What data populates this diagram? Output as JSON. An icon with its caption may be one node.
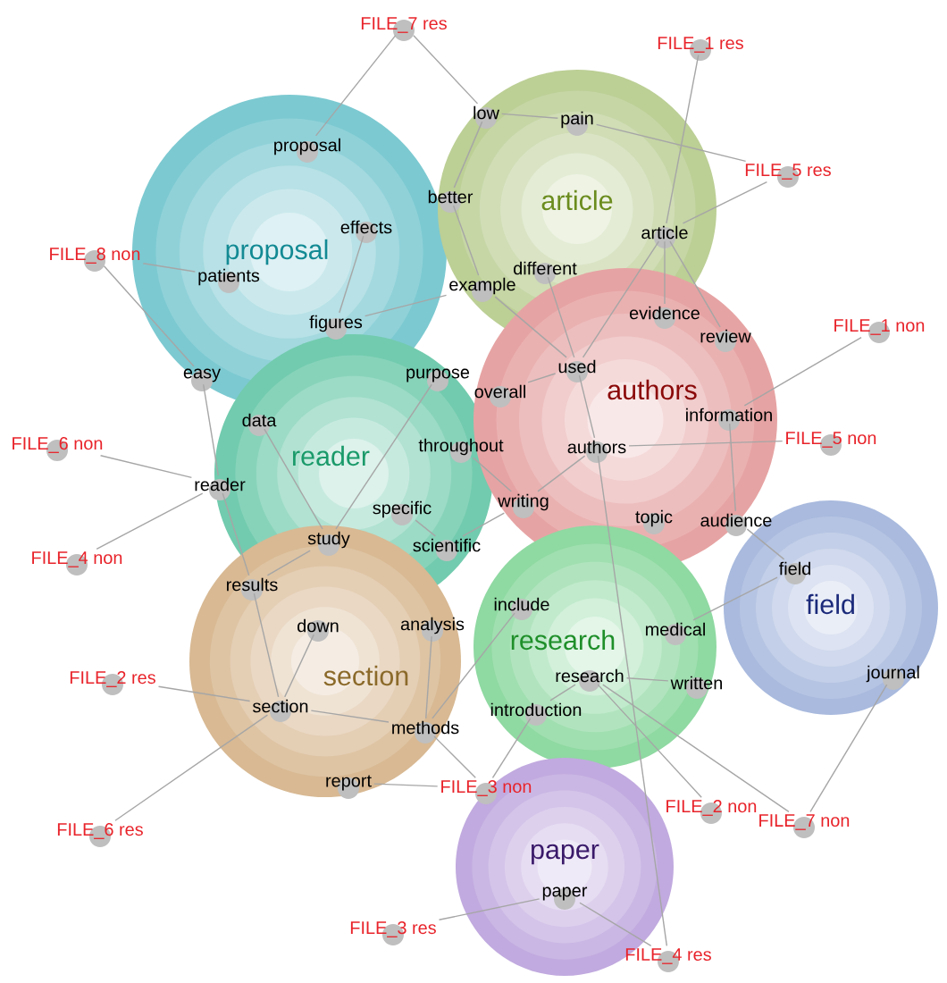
{
  "diagram": {
    "nodes": [
      {
        "text": [
          "proposal"
        ]
      },
      {
        "text": [
          "article"
        ]
      },
      {
        "text": [
          "authors"
        ]
      },
      {
        "text": [
          "reader"
        ]
      },
      {
        "text": [
          "section"
        ]
      },
      {
        "text": [
          "research"
        ]
      },
      {
        "text": [
          "field"
        ]
      },
      {
        "text": [
          "paper"
        ]
      },
      {
        "text": [
          "proposal"
        ],
        "in": 0
      },
      {
        "text": [
          "effects"
        ],
        "in": 0
      },
      {
        "text": [
          "patients"
        ],
        "in": 0
      },
      {
        "text": [
          "figures"
        ],
        "in": 0
      },
      {
        "text": [
          "easy"
        ],
        "in": 0
      },
      {
        "text": [
          "low"
        ],
        "in": 1
      },
      {
        "text": [
          "pain"
        ],
        "in": 1
      },
      {
        "text": [
          "better"
        ],
        "in": 1
      },
      {
        "text": [
          "article"
        ],
        "in": 1
      },
      {
        "text": [
          "example"
        ],
        "in": 1
      },
      {
        "text": [
          "different"
        ],
        "in": 1
      },
      {
        "text": [
          "evidence"
        ],
        "in": 2
      },
      {
        "text": [
          "review"
        ],
        "in": 2
      },
      {
        "text": [
          "used"
        ],
        "in": 2
      },
      {
        "text": [
          "overall"
        ],
        "in": 2
      },
      {
        "text": [
          "authors"
        ],
        "in": 2
      },
      {
        "text": [
          "information"
        ],
        "in": 2
      },
      {
        "text": [
          "writing"
        ],
        "in": 2
      },
      {
        "text": [
          "topic"
        ],
        "in": 2
      },
      {
        "text": [
          "audience"
        ],
        "in": 2
      },
      {
        "text": [
          "purpose"
        ],
        "in": 3
      },
      {
        "text": [
          "data"
        ],
        "in": 3
      },
      {
        "text": [
          "throughout"
        ],
        "in": 3
      },
      {
        "text": [
          "specific"
        ],
        "in": 3
      },
      {
        "text": [
          "reader"
        ],
        "in": 3
      },
      {
        "text": [
          "study"
        ]
      },
      {
        "text": [
          "scientific"
        ],
        "in": 3
      },
      {
        "text": [
          "results"
        ],
        "in": 4
      },
      {
        "text": [
          "down"
        ],
        "in": 4
      },
      {
        "text": [
          "analysis"
        ],
        "in": 4
      },
      {
        "text": [
          "section"
        ],
        "in": 4
      },
      {
        "text": [
          "methods"
        ],
        "in": 4
      },
      {
        "text": [
          "report"
        ],
        "in": 4
      },
      {
        "text": [
          "include"
        ],
        "in": 5
      },
      {
        "text": [
          "research"
        ],
        "in": 5
      },
      {
        "text": [
          "medical"
        ],
        "in": 5
      },
      {
        "text": [
          "written"
        ],
        "in": 5
      },
      {
        "text": [
          "introduction"
        ],
        "in": 5
      },
      {
        "text": [
          "field"
        ],
        "in": 6
      },
      {
        "text": [
          "journal"
        ],
        "in": 6
      },
      {
        "text": [
          "paper"
        ],
        "in": 7
      },
      {
        "text": [
          "FILE_7 res"
        ]
      },
      {
        "text": [
          "FILE_1 res"
        ]
      },
      {
        "text": [
          "FILE_5 res"
        ]
      },
      {
        "text": [
          "FILE_8 non"
        ]
      },
      {
        "text": [
          "FILE_1 non"
        ]
      },
      {
        "text": [
          "FILE_6 non"
        ]
      },
      {
        "text": [
          "FILE_5 non"
        ]
      },
      {
        "text": [
          "FILE_4 non"
        ]
      },
      {
        "text": [
          "FILE_2 res"
        ]
      },
      {
        "text": [
          "FILE_6 res"
        ]
      },
      {
        "text": [
          "FILE_3 non"
        ]
      },
      {
        "text": [
          "FILE_2 non"
        ]
      },
      {
        "text": [
          "FILE_7 non"
        ]
      },
      {
        "text": [
          "FILE_3 res"
        ]
      },
      {
        "text": [
          "FILE_4 res"
        ]
      }
    ],
    "edges": [
      {
        "from": 49,
        "to": 8,
        "arrow": "none"
      },
      {
        "from": 49,
        "to": 13,
        "arrow": "none"
      },
      {
        "from": 13,
        "to": 15,
        "arrow": "none"
      },
      {
        "from": 13,
        "to": 14,
        "arrow": "none"
      },
      {
        "from": 14,
        "to": 51,
        "arrow": "none"
      },
      {
        "from": 50,
        "to": 16,
        "arrow": "none"
      },
      {
        "from": 16,
        "to": 19,
        "arrow": "none"
      },
      {
        "from": 51,
        "to": 16,
        "arrow": "none"
      },
      {
        "from": 16,
        "to": 21,
        "arrow": "none"
      },
      {
        "from": 16,
        "to": 20,
        "arrow": "none"
      },
      {
        "from": 15,
        "to": 17,
        "arrow": "none"
      },
      {
        "from": 11,
        "to": 17,
        "arrow": "none"
      },
      {
        "from": 17,
        "to": 21,
        "arrow": "none"
      },
      {
        "from": 18,
        "to": 21,
        "arrow": "none"
      },
      {
        "from": 52,
        "to": 10,
        "arrow": "none"
      },
      {
        "from": 52,
        "to": 12,
        "arrow": "none"
      },
      {
        "from": 12,
        "to": 32,
        "arrow": "none"
      },
      {
        "from": 32,
        "to": 35,
        "arrow": "none"
      },
      {
        "from": 9,
        "to": 11,
        "arrow": "none"
      },
      {
        "from": 54,
        "to": 32,
        "arrow": "none"
      },
      {
        "from": 56,
        "to": 32,
        "arrow": "none"
      },
      {
        "from": 29,
        "to": 33,
        "arrow": "none"
      },
      {
        "from": 28,
        "to": 33,
        "arrow": "none"
      },
      {
        "from": 31,
        "to": 34,
        "arrow": "none"
      },
      {
        "from": 33,
        "to": 35,
        "arrow": "none"
      },
      {
        "from": 35,
        "to": 38,
        "arrow": "none"
      },
      {
        "from": 38,
        "to": 36,
        "arrow": "none"
      },
      {
        "from": 57,
        "to": 38,
        "arrow": "none"
      },
      {
        "from": 38,
        "to": 39,
        "arrow": "none"
      },
      {
        "from": 58,
        "to": 38,
        "arrow": "none"
      },
      {
        "from": 37,
        "to": 39,
        "arrow": "none"
      },
      {
        "from": 39,
        "to": 41,
        "arrow": "none"
      },
      {
        "from": 39,
        "to": 59,
        "arrow": "none"
      },
      {
        "from": 40,
        "to": 59,
        "arrow": "none"
      },
      {
        "from": 59,
        "to": 45,
        "arrow": "none"
      },
      {
        "from": 45,
        "to": 42,
        "arrow": "none"
      },
      {
        "from": 42,
        "to": 44,
        "arrow": "none"
      },
      {
        "from": 42,
        "to": 61,
        "arrow": "none"
      },
      {
        "from": 47,
        "to": 61,
        "arrow": "none"
      },
      {
        "from": 23,
        "to": 63,
        "arrow": "none"
      },
      {
        "from": 42,
        "to": 60,
        "arrow": "none"
      },
      {
        "from": 48,
        "to": 62,
        "arrow": "none"
      },
      {
        "from": 48,
        "to": 63,
        "arrow": "none"
      },
      {
        "from": 23,
        "to": 55,
        "arrow": "none"
      },
      {
        "from": 24,
        "to": 53,
        "arrow": "none"
      },
      {
        "from": 24,
        "to": 27,
        "arrow": "none"
      },
      {
        "from": 27,
        "to": 46,
        "arrow": "none"
      },
      {
        "from": 43,
        "to": 46,
        "arrow": "none"
      },
      {
        "from": 23,
        "to": 25,
        "arrow": "none"
      },
      {
        "from": 30,
        "to": 25,
        "arrow": "none"
      },
      {
        "from": 34,
        "to": 25,
        "arrow": "none"
      },
      {
        "from": 22,
        "to": 21,
        "arrow": "none"
      },
      {
        "from": 21,
        "to": 23,
        "arrow": "none"
      }
    ]
  }
}
